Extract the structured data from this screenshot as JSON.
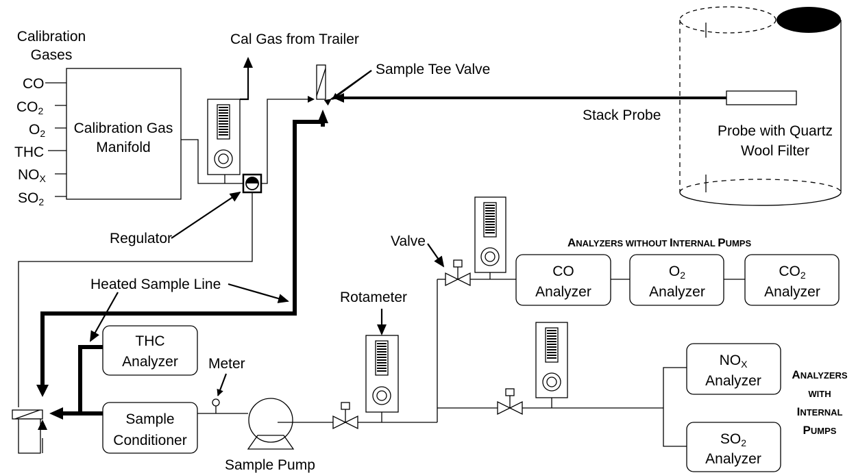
{
  "calibration_gases": {
    "title_line1": "Calibration",
    "title_line2": "Gases",
    "gases": {
      "co": "CO",
      "co2_main": "CO",
      "co2_sub": "2",
      "o2_main": "O",
      "o2_sub": "2",
      "thc": "THC",
      "nox_main": "NO",
      "nox_sub": "X",
      "so2_main": "SO",
      "so2_sub": "2"
    }
  },
  "manifold": {
    "line1": "Calibration Gas",
    "line2": "Manifold"
  },
  "labels": {
    "cal_gas_from_trailer": "Cal Gas from Trailer",
    "sample_tee_valve": "Sample Tee Valve",
    "stack_probe": "Stack Probe",
    "probe_line1": "Probe with Quartz",
    "probe_line2": "Wool Filter",
    "regulator": "Regulator",
    "heated_sample_line": "Heated Sample Line",
    "valve": "Valve",
    "rotameter": "Rotameter",
    "meter": "Meter",
    "sample_pump": "Sample Pump"
  },
  "analyzers": {
    "thc": {
      "line1": "THC",
      "line2": "Analyzer"
    },
    "sample_conditioner": {
      "line1": "Sample",
      "line2": "Conditioner"
    },
    "co": {
      "line1": "CO",
      "line2": "Analyzer"
    },
    "o2": {
      "line1_main": "O",
      "line1_sub": "2",
      "line2": "Analyzer"
    },
    "co2": {
      "line1_main": "CO",
      "line1_sub": "2",
      "line2": "Analyzer"
    },
    "nox": {
      "line1_main": "NO",
      "line1_sub": "X",
      "line2": "Analyzer"
    },
    "so2": {
      "line1_main": "SO",
      "line1_sub": "2",
      "line2": "Analyzer"
    }
  },
  "group_headings": {
    "without_pumps": {
      "a1": "A",
      "a2": "NALYZERS WITHOUT ",
      "i1": "I",
      "i2": "NTERNAL ",
      "p1": "P",
      "p2": "UMPS"
    },
    "with_pumps": {
      "l1a": "A",
      "l1b": "NALYZERS",
      "l2": "WITH",
      "l3a": "I",
      "l3b": "NTERNAL",
      "l4a": "P",
      "l4b": "UMPS"
    }
  }
}
